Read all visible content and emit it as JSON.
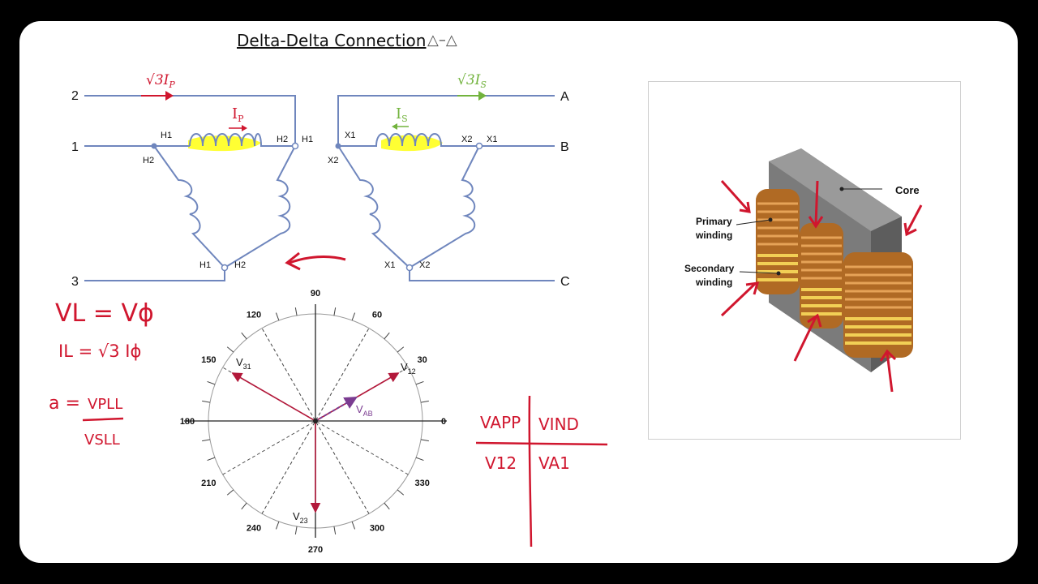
{
  "title": {
    "text": "Delta-Delta Connection",
    "symbol": "△–△"
  },
  "circuit": {
    "primary_terminals": [
      "2",
      "1",
      "3"
    ],
    "secondary_terminals": [
      "A",
      "B",
      "C"
    ],
    "primary_nodes": [
      "H1",
      "H2",
      "H1",
      "H2",
      "H1",
      "H2"
    ],
    "secondary_nodes": [
      "X1",
      "X2",
      "X2",
      "X1",
      "X1",
      "X2"
    ],
    "line_current_primary": "√3I",
    "line_current_primary_sub": "P",
    "line_current_secondary": "√3I",
    "line_current_secondary_sub": "S",
    "phase_current_primary": "I",
    "phase_current_primary_sub": "P",
    "phase_current_secondary": "I",
    "phase_current_secondary_sub": "S"
  },
  "phasor": {
    "angle_labels": [
      "0",
      "30",
      "60",
      "90",
      "120",
      "150",
      "180",
      "210",
      "240",
      "270",
      "300",
      "330"
    ],
    "vectors": [
      {
        "label": "V",
        "sub": "12",
        "angle": 30,
        "color": "#b2183a"
      },
      {
        "label": "V",
        "sub": "31",
        "angle": 150,
        "color": "#b2183a"
      },
      {
        "label": "V",
        "sub": "23",
        "angle": 270,
        "color": "#b2183a"
      },
      {
        "label": "V",
        "sub": "AB",
        "angle": 30,
        "color": "#7b3c91"
      }
    ]
  },
  "handwriting": {
    "eq1": "VL = Vϕ",
    "eq2": "IL = √3 Iϕ",
    "ratio_a": "a =",
    "ratio_num": "VPLL",
    "ratio_den": "VSLL",
    "table_h1": "VAPP",
    "table_h2": "VIND",
    "table_c1": "V12",
    "table_c2": "VA1"
  },
  "image": {
    "label_core": "Core",
    "label_primary": "Primary winding",
    "label_secondary": "Secondary winding"
  },
  "colors": {
    "wire": "#6f86bd",
    "red": "#d0162e",
    "green": "#72b33d",
    "highlight": "#ffff33",
    "copper": "#c17a2a",
    "gold": "#e4b830"
  }
}
